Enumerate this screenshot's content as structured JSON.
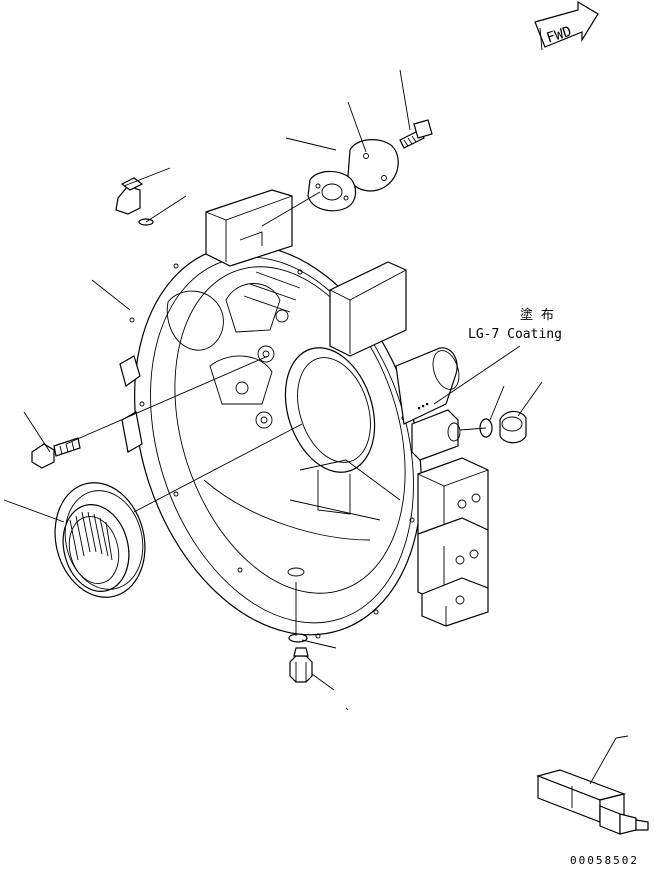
{
  "labels": {
    "coating_jp": "塗 布",
    "coating_en": "LG-7 Coating",
    "fwd": "FWD",
    "drawing_number": "00058502"
  }
}
